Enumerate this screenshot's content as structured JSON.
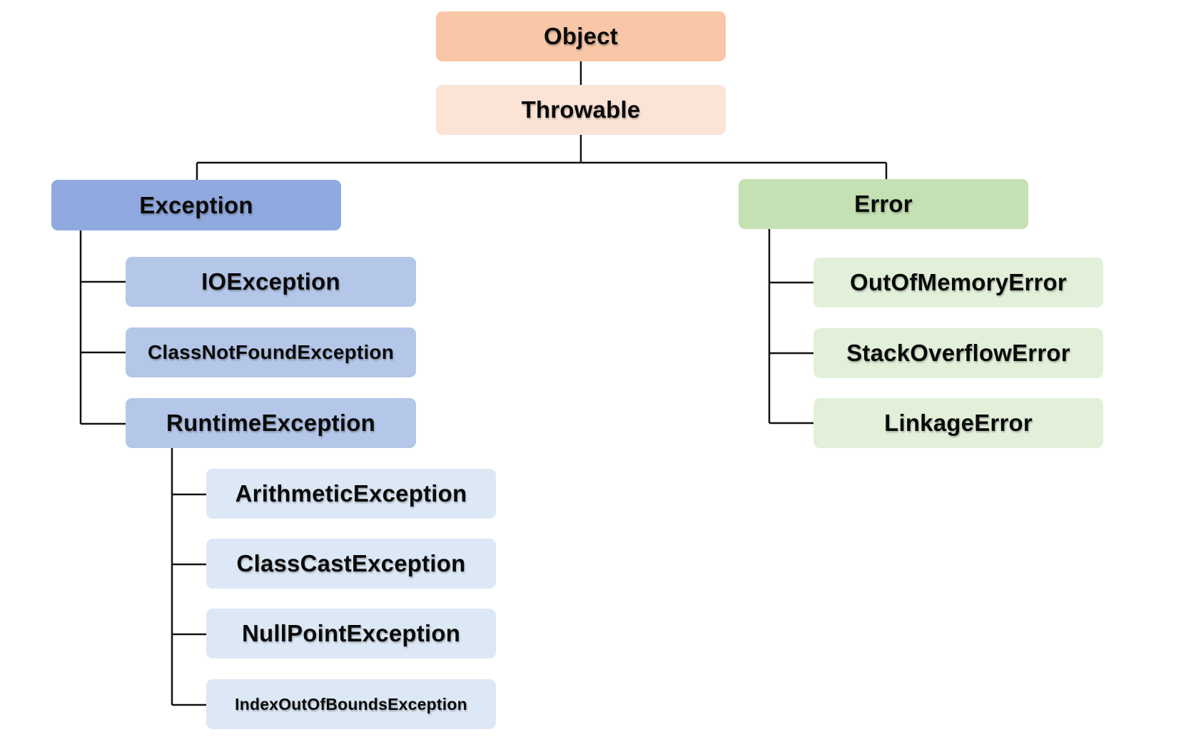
{
  "colors": {
    "object": "#f8c7a8",
    "throwable": "#fbe3d6",
    "exception": "#90aadf",
    "exception_child": "#b4c7e9",
    "runtime_child": "#dde8f6",
    "error": "#c5e0b3",
    "error_child": "#e2f0d9",
    "connector": "#111111"
  },
  "nodes": {
    "object": "Object",
    "throwable": "Throwable",
    "exception": "Exception",
    "error": "Error",
    "io_exception": "IOException",
    "class_not_found_exception": "ClassNotFoundException",
    "runtime_exception": "RuntimeException",
    "arithmetic_exception": "ArithmeticException",
    "class_cast_exception": "ClassCastException",
    "null_point_exception": "NullPointException",
    "index_out_of_bounds_exception": "IndexOutOfBoundsException",
    "out_of_memory_error": "OutOfMemoryError",
    "stack_overflow_error": "StackOverflowError",
    "linkage_error": "LinkageError"
  }
}
